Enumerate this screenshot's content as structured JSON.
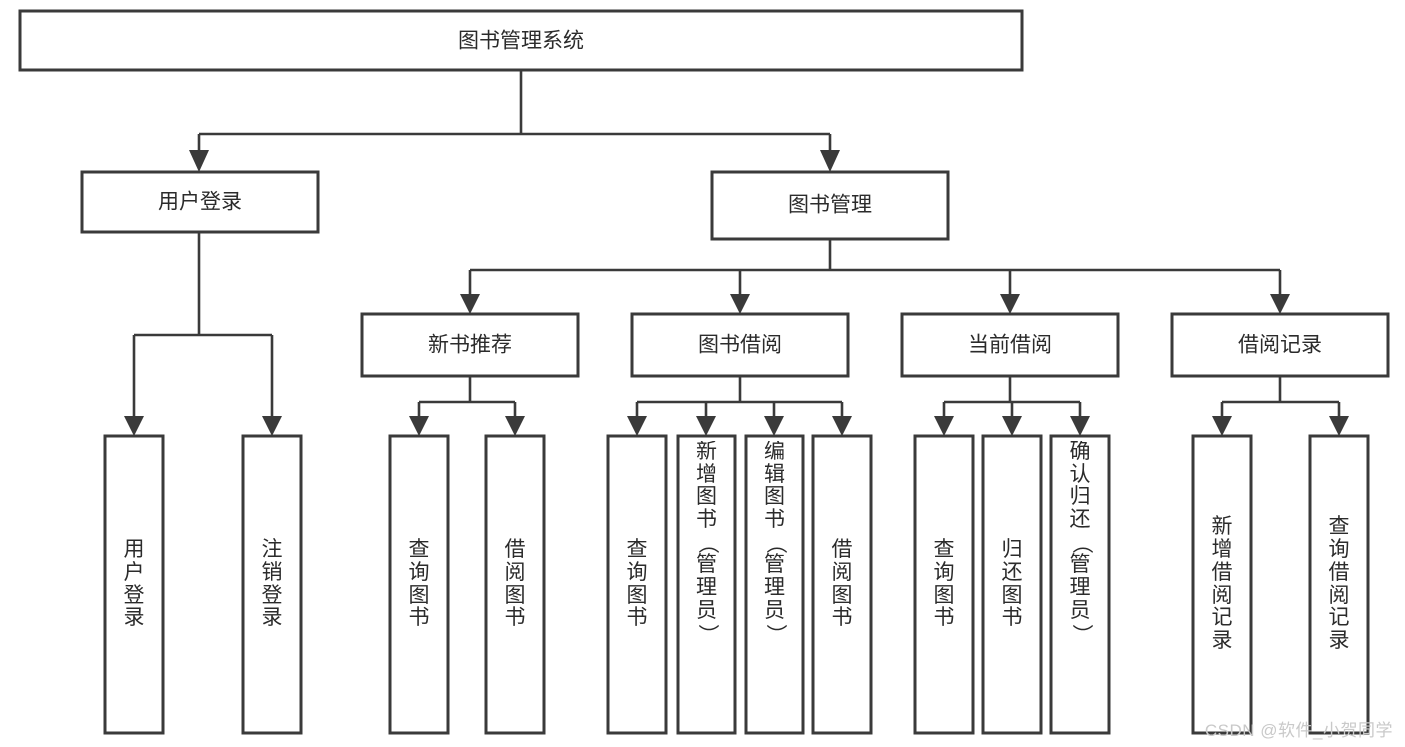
{
  "diagram": {
    "type": "hierarchy-tree",
    "title": "图书管理系统",
    "watermark": "CSDN @软件_小贺同学",
    "colors": {
      "box_stroke": "#3a3a3a",
      "box_fill": "#ffffff",
      "text": "#2b2b2b",
      "background": "#ffffff",
      "watermark": "#c9c9c9"
    },
    "root": {
      "id": "root",
      "label": "图书管理系统"
    },
    "level1": [
      {
        "id": "user-login",
        "label": "用户登录"
      },
      {
        "id": "book-management",
        "label": "图书管理"
      }
    ],
    "level2": [
      {
        "id": "new-book-recommend",
        "label": "新书推荐",
        "parent": "book-management"
      },
      {
        "id": "book-borrow",
        "label": "图书借阅",
        "parent": "book-management"
      },
      {
        "id": "current-borrow",
        "label": "当前借阅",
        "parent": "book-management"
      },
      {
        "id": "borrow-record",
        "label": "借阅记录",
        "parent": "book-management"
      }
    ],
    "leaves": [
      {
        "id": "leaf-user-login",
        "label": "用户登录",
        "parent": "user-login"
      },
      {
        "id": "leaf-logout-login",
        "label": "注销登录",
        "parent": "user-login"
      },
      {
        "id": "leaf-query-book-1",
        "label": "查询图书",
        "parent": "new-book-recommend"
      },
      {
        "id": "leaf-borrow-book-1",
        "label": "借阅图书",
        "parent": "new-book-recommend"
      },
      {
        "id": "leaf-query-book-2",
        "label": "查询图书",
        "parent": "book-borrow"
      },
      {
        "id": "leaf-add-book-admin",
        "label": "新增图书（管理员）",
        "parent": "book-borrow"
      },
      {
        "id": "leaf-edit-book-admin",
        "label": "编辑图书（管理员）",
        "parent": "book-borrow"
      },
      {
        "id": "leaf-borrow-book-2",
        "label": "借阅图书",
        "parent": "book-borrow"
      },
      {
        "id": "leaf-query-book-3",
        "label": "查询图书",
        "parent": "current-borrow"
      },
      {
        "id": "leaf-return-book",
        "label": "归还图书",
        "parent": "current-borrow"
      },
      {
        "id": "leaf-confirm-return-admin",
        "label": "确认归还（管理员）",
        "parent": "current-borrow"
      },
      {
        "id": "leaf-add-borrow-record",
        "label": "新增借阅记录",
        "parent": "borrow-record"
      },
      {
        "id": "leaf-query-borrow-record",
        "label": "查询借阅记录",
        "parent": "borrow-record"
      }
    ]
  }
}
